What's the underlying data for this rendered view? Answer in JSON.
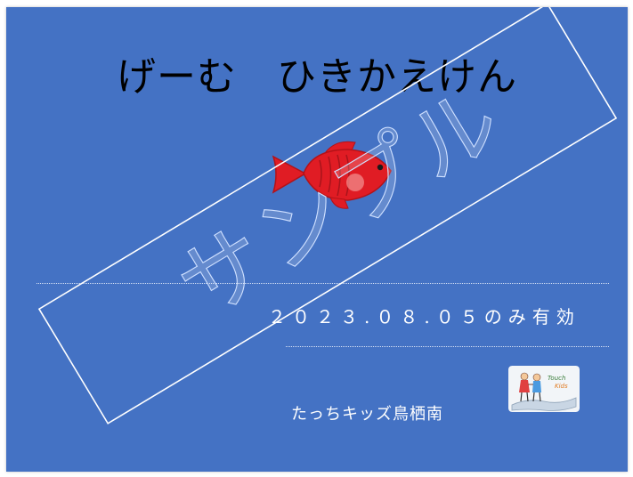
{
  "ticket": {
    "title": "げーむ　ひきかえけん",
    "validity": "２０２３.０８.０５のみ有効",
    "store_name": "たっちキッズ鳥栖南"
  },
  "watermark": {
    "text": "サンプル"
  },
  "logo": {
    "text_line1": "Touch",
    "text_line2": "Kids"
  },
  "colors": {
    "background": "#4472c4",
    "fish": "#e01c24",
    "text_dark": "#000000",
    "text_light": "#ffffff"
  },
  "icons": {
    "fish": "fish-icon",
    "logo": "touch-kids-logo"
  }
}
